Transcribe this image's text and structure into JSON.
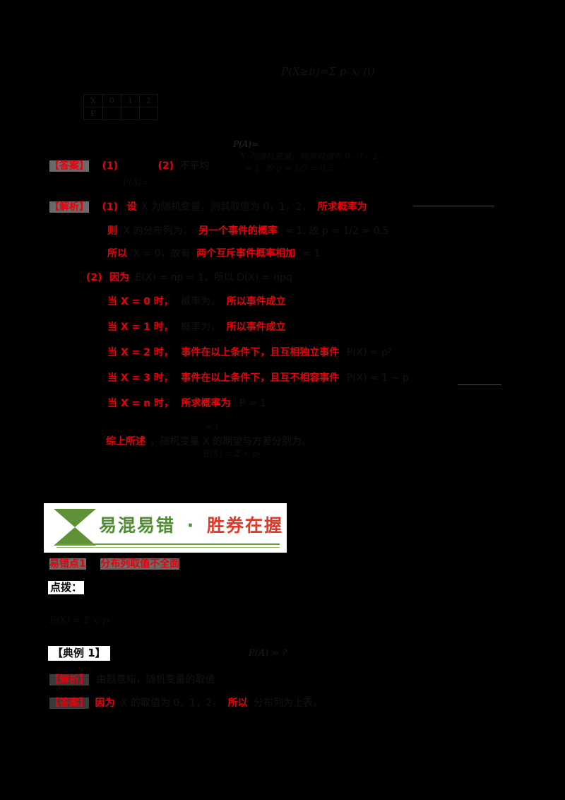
{
  "document": {
    "kind": "scanned-textbook-page",
    "page_background": "#000000",
    "accent_red": "#e8000a",
    "banner_green": "#4f8f2f",
    "banner_red": "#e03a2a"
  },
  "top_formula": {
    "expr": "P(X≥b)=Σ pᵢ xᵢ (i)"
  },
  "dist_table": {
    "header": [
      "X",
      "0",
      "1",
      "2"
    ],
    "row": [
      "P",
      "",
      "",
      ""
    ]
  },
  "answer_block": {
    "label": "【答案】",
    "item1": "(1)",
    "item1_text": "",
    "item2": "(2)",
    "item2_text": "不平均",
    "tail": "P(A)="
  },
  "solution_block": {
    "label": "【解析】",
    "lines": [
      {
        "no": "(1)",
        "red_head": "设",
        "body": "X 为随机变量，则其取值为 0，1，2，",
        "red_tail": "所求概率为"
      },
      {
        "red_head": "则",
        "body": "X 的分布列为，",
        "red_mid": "另一个事件的概率",
        "tail": "= 1,  故 p = 1/2 = 0.5"
      },
      {
        "red_head": "所以",
        "body": "X = 0，故有",
        "red_mid": "两个互斥事件概率相加",
        "tail": "= 1"
      },
      {
        "no": "(2)",
        "red_head": "因为",
        "body": "E(X) = np = 1，所以 D(X) = npq"
      }
    ]
  },
  "case_lines": [
    {
      "red_head": "当 X = 0 时，",
      "dark": "概率为，",
      "red_tail": "所以事件成立"
    },
    {
      "red_head": "当 X = 1 时，",
      "dark": "概率为，",
      "red_tail": "所以事件成立"
    },
    {
      "red_head": "当 X = 2 时，",
      "red_body": "事件在以上条件下，且互相独立事件",
      "tail": "P(X) = p²"
    },
    {
      "red_head": "当 X = 3 时，",
      "red_body": "事件在以上条件下，且互不相容事件",
      "tail": "P(X) = 1 − p"
    },
    {
      "red_head": "当 X = n 时，",
      "red_body": "所求概率为",
      "tail": "P = 1"
    }
  ],
  "footnote_line": {
    "red_head": "综上所述",
    "body": "，随机变量 X 的期望与方差分别为。"
  },
  "banner": {
    "icon": "hourglass-icon",
    "green_text": "易混易错",
    "dot": "·",
    "red_text": "胜券在握"
  },
  "pitfall": {
    "tag": "易错点1",
    "title": "分布列取值不全面",
    "hint_label": "点拨：",
    "hint_text": "",
    "formula": "E(X) = Σ xᵢ pᵢ"
  },
  "example": {
    "label": "【典例 1】",
    "stem": "",
    "inline_formula": "P(A) = ?",
    "analysis_label": "【解析】",
    "analysis_text": "由题意知，随机变量的取值",
    "answer_label": "【答案】",
    "answer_red": "因为",
    "answer_text": "X 的取值为 0，1，2，",
    "answer_red2": "所以",
    "answer_tail": "分布列为上表。"
  }
}
